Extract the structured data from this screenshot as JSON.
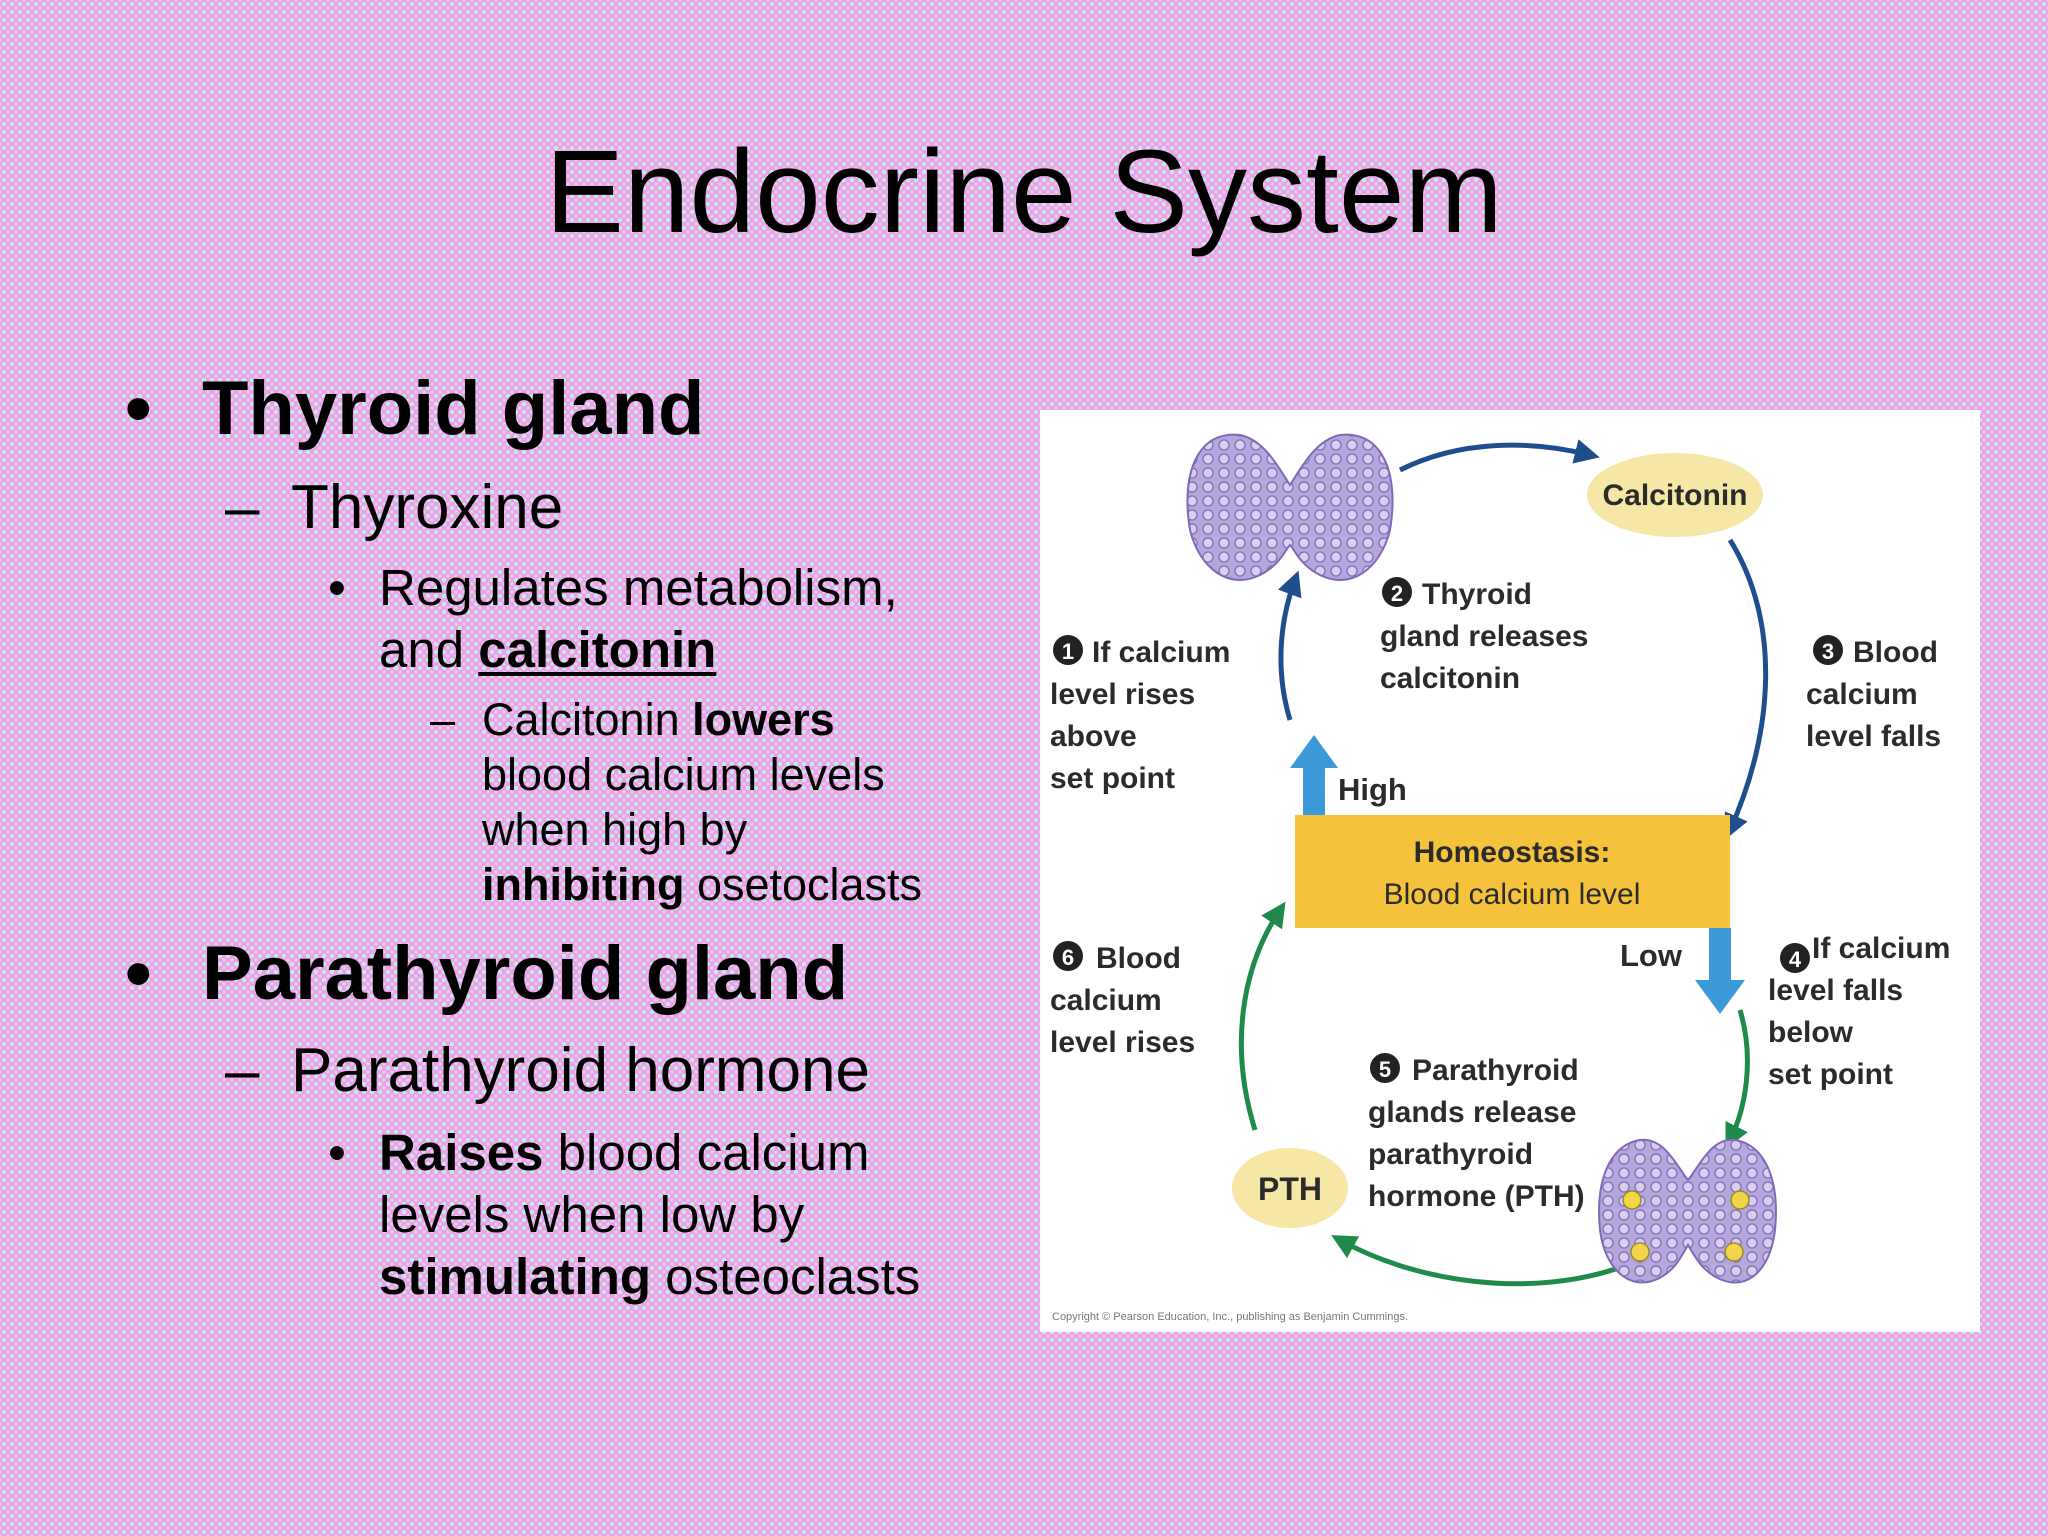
{
  "slide": {
    "title": "Endocrine System",
    "bullets": {
      "thyroid": {
        "heading": "Thyroid gland",
        "hormone": "Thyroxine",
        "desc_pre": "Regulates metabolism,",
        "desc_line2_pre": "and ",
        "desc_underlined": "calcitonin",
        "calc_pre": "Calcitonin ",
        "calc_bold": "lowers",
        "calc_line2": "blood calcium levels",
        "calc_line3": "when high by",
        "calc_bold2": "inhibiting",
        "calc_post": " osetoclasts"
      },
      "parathyroid": {
        "heading": "Parathyroid gland",
        "hormone": "Parathyroid hormone",
        "desc_bold": "Raises",
        "desc_post": " blood calcium",
        "desc_line2": "levels when low by",
        "desc_bold2": "stimulating",
        "desc_post2": " osteoclasts"
      }
    },
    "markers": {
      "bullet": "•",
      "dash": "–"
    }
  },
  "figure": {
    "calcitonin_label": "Calcitonin",
    "pth_label": "PTH",
    "homeostasis_line1": "Homeostasis:",
    "homeostasis_line2": "Blood calcium level",
    "high_label": "High",
    "low_label": "Low",
    "step1": {
      "num": "1",
      "lines": [
        "If calcium",
        "level rises",
        "above",
        "set point"
      ]
    },
    "step2": {
      "num": "2",
      "lines": [
        "Thyroid",
        "gland releases",
        "calcitonin"
      ]
    },
    "step3": {
      "num": "3",
      "lines": [
        "Blood",
        "calcium",
        "level falls"
      ]
    },
    "step4": {
      "num": "4",
      "lines": [
        "If calcium",
        "level falls",
        "below",
        "set point"
      ]
    },
    "step5": {
      "num": "5",
      "lines": [
        "Parathyroid",
        "glands release",
        "parathyroid",
        "hormone (PTH)"
      ]
    },
    "step6": {
      "num": "6",
      "lines": [
        "Blood",
        "calcium",
        "level rises"
      ]
    },
    "copyright": "Copyright © Pearson Education, Inc., publishing as Benjamin Cummings.",
    "colors": {
      "blue_arrow": "#1f4e8c",
      "green_arrow": "#1f8a4c",
      "homeostasis_box": "#f5c33b",
      "hormone_oval": "#f6e7a6",
      "gland": "#b6a6dc",
      "up_down_arrow": "#3d9ad8"
    }
  }
}
